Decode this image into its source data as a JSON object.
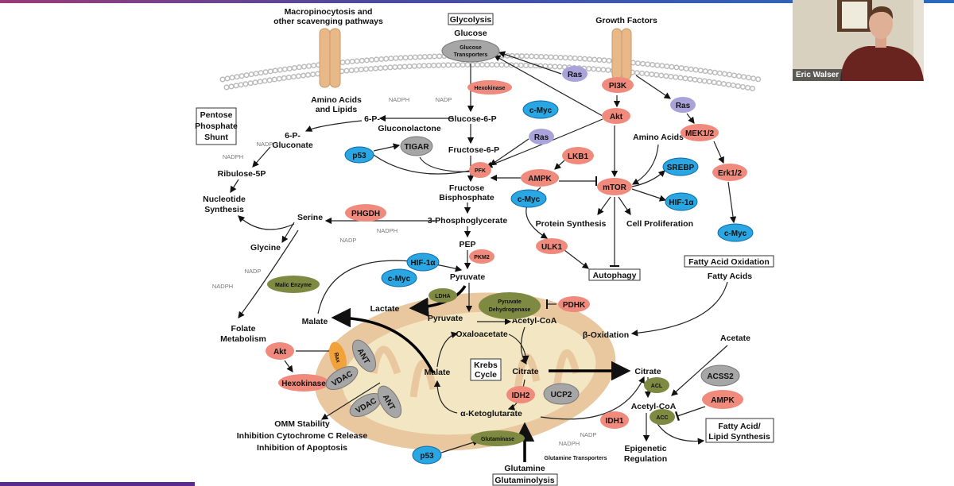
{
  "diagram": {
    "labels": {
      "macro1": "Macropinocytosis and",
      "macro2": "other scavenging pathways",
      "glycolysis": "Glycolysis",
      "glucose": "Glucose",
      "growth_factors": "Growth Factors",
      "amino_lipids1": "Amino Acids",
      "amino_lipids2": "and Lipids",
      "nadph1": "NADPH",
      "nadp1": "NADP",
      "gluconolactone1": "6-P-",
      "gluconolactone2": "Gluconolactone",
      "g6p": "Glucose-6-P",
      "pps1": "Pentose",
      "pps2": "Phosphate",
      "pps3": "Shunt",
      "gluconate1": "6-P-",
      "gluconate2": "Gluconate",
      "nadp2": "NADP",
      "nadph2": "NADPH",
      "ribulose": "Ribulose-5P",
      "nucleotide1": "Nucleotide",
      "nucleotide2": "Synthesis",
      "f6p": "Fructose-6-P",
      "fbp1": "Fructose",
      "fbp2": "Bisphosphate",
      "pg3": "3-Phosphoglycerate",
      "serine": "Serine",
      "glycine": "Glycine",
      "nadp3": "NADP",
      "nadph3": "NADPH",
      "nadp4": "NADP",
      "nadph4": "NADPH",
      "pep": "PEP",
      "pyruvate": "Pyruvate",
      "lactate": "Lactate",
      "malate_out": "Malate",
      "folate1": "Folate",
      "folate2": "Metabolism",
      "pyruvate_mito": "Pyruvate",
      "acetylcoa_mito": "Acetyl-CoA",
      "oxaloacetate": "Oxaloacetate",
      "beta_ox": "β-Oxidation",
      "fao": "Fatty Acid Oxidation",
      "fatty_acids": "Fatty Acids",
      "krebs1": "Krebs",
      "krebs2": "Cycle",
      "malate_mito": "Malate",
      "citrate_mito": "Citrate",
      "citrate_cyto": "Citrate",
      "acetate": "Acetate",
      "acetylcoa_cyto": "Acetyl-CoA",
      "akg": "α-Ketoglutarate",
      "fals1": "Fatty Acid/",
      "fals2": "Lipid Synthesis",
      "epi1": "Epigenetic",
      "epi2": "Regulation",
      "omm1": "OMM Stability",
      "omm2": "Inhibition Cytochrome C Release",
      "omm3": "Inhibition of Apoptosis",
      "gln_transporters": "Glutamine Transporters",
      "glutamine": "Glutamine",
      "glutaminolysis": "Glutaminolysis",
      "nadph5": "NADPH",
      "nadp5": "NADP",
      "protein_synthesis": "Protein Synthesis",
      "cell_prolif": "Cell Proliferation",
      "amino_acids": "Amino Acids",
      "autophagy": "Autophagy"
    },
    "nodes": {
      "glut1": "Glucose",
      "glut2": "Transporters",
      "hexokinase": "Hexokinase",
      "ras1": "Ras",
      "pi3k": "PI3K",
      "akt": "Akt",
      "cmyc1": "c-Myc",
      "ras2": "Ras",
      "ras3": "Ras",
      "mek": "MEK1/2",
      "erk": "Erk1/2",
      "lkb1": "LKB1",
      "ampk": "AMPK",
      "mtor": "mTOR",
      "pfk": "PFK",
      "p53a": "p53",
      "tigar": "TIGAR",
      "cmyc2": "c-Myc",
      "srebp": "SREBP",
      "hif1": "HIF-1α",
      "cmyc3": "c-Myc",
      "phgdh": "PHGDH",
      "pkm2": "PKM2",
      "ulk1": "ULK1",
      "hif2": "HIF-1α",
      "cmyc4": "c-Myc",
      "ldha": "LDHA",
      "malic": "Malic Enzyme",
      "pdh1": "Pyruvate",
      "pdh2": "Dehydrogenase",
      "pdhk": "PDHK",
      "akt2": "Akt",
      "hexokinase2": "Hexokinase",
      "bax": "Bax",
      "ant1": "ANT",
      "vdac1": "VDAC",
      "vdac2": "VDAC",
      "ant2": "ANT",
      "idh2": "IDH2",
      "ucp2": "UCP2",
      "acss2": "ACSS2",
      "acl": "ACL",
      "ampk2": "AMPK",
      "acc": "ACC",
      "idh1": "IDH1",
      "glutaminase": "Glutaminase",
      "p53b": "p53"
    },
    "colors": {
      "oncogene": "#f08a7c",
      "ras": "#a9a3da",
      "transcription": "#2aa6e2",
      "transporter": "#a6a6a6",
      "enzyme": "#7e8a42",
      "mitochondrion": "#e9c8a0"
    }
  },
  "video": {
    "participant_name": "Eric Walser"
  }
}
